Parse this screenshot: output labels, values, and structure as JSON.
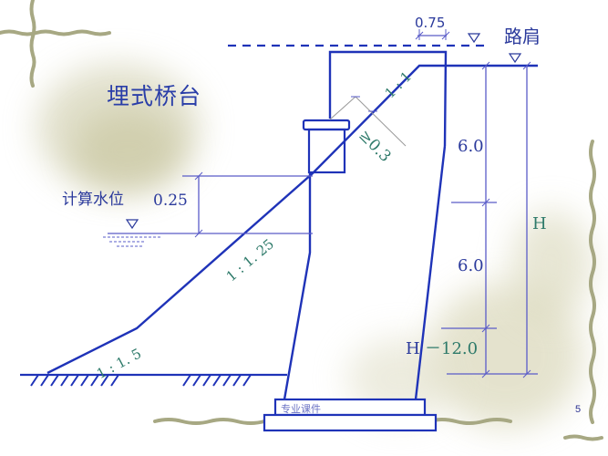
{
  "slide": {
    "title": "埋式桥台",
    "footer_text": "专业课件",
    "page_number": "5"
  },
  "diagram": {
    "labels": {
      "top_width": "0.75",
      "road_shoulder": "路肩",
      "slope_top": "1 : 1",
      "min_cover": "≥0.3",
      "slope_middle": "1 : 1. 25",
      "slope_bottom": "1 : 1. 5",
      "water_level": "计算水位",
      "freeboard": "0.25",
      "dim_upper": "6.0",
      "dim_middle": "6.0",
      "dim_lower_h": "H",
      "dim_lower": "－12.0",
      "dim_total": "H"
    },
    "colors": {
      "line": "#1f33b8",
      "dim_line": "#5a5cc8",
      "text_blue": "#2b3a9c",
      "text_teal": "#2e7a6a",
      "frame": "#a7a883"
    }
  }
}
